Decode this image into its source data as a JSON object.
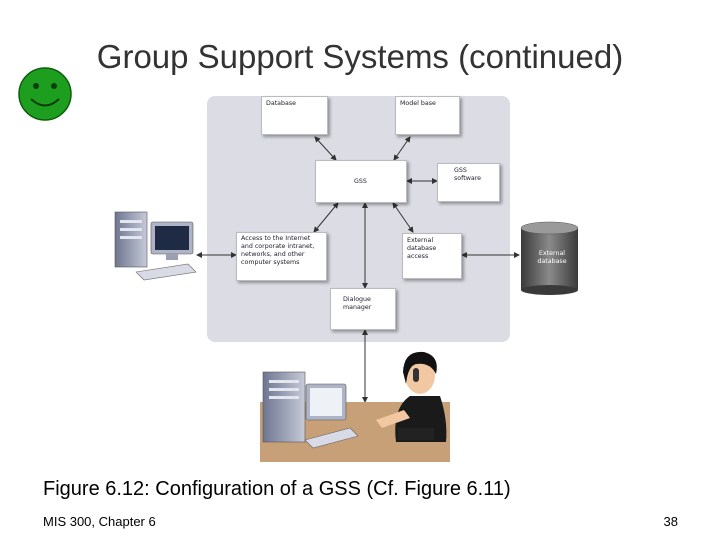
{
  "slide": {
    "title": "Group Support Systems (continued)",
    "caption": "Figure 6.12: Configuration of a GSS (Cf. Figure 6.11)",
    "footer_left": "MIS 300, Chapter 6",
    "page_number": "38"
  },
  "diagram": {
    "nodes": {
      "database": "Database",
      "model_base": "Model base",
      "gss": "GSS",
      "gss_software": "GSS software",
      "access": "Access to the Internet and corporate intranet, networks, and other computer systems",
      "external_access": "External database access",
      "dialogue_manager": "Dialogue manager",
      "external_database": "External database"
    }
  },
  "colors": {
    "smiley": "#1e9e1e",
    "panel": "#dcdde4",
    "desk": "#c8a078"
  },
  "icons": [
    "smiley-icon",
    "computer-icon",
    "database-cylinder-icon",
    "user-on-phone-icon"
  ]
}
